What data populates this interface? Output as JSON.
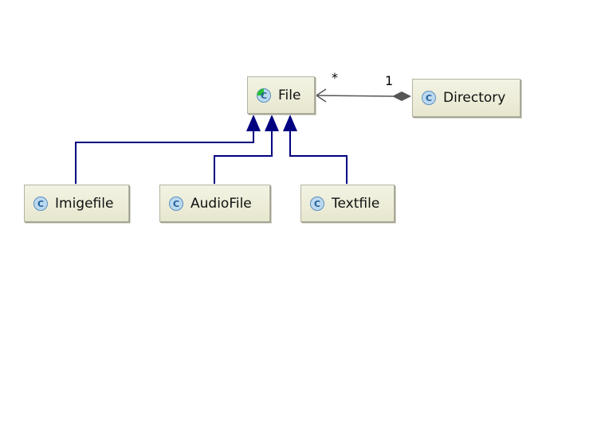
{
  "diagram": {
    "classes": {
      "file": {
        "name": "File",
        "icon": "abstract-class-icon"
      },
      "directory": {
        "name": "Directory",
        "icon": "class-icon"
      },
      "imigefile": {
        "name": "Imigefile",
        "icon": "class-icon"
      },
      "audiofile": {
        "name": "AudioFile",
        "icon": "class-icon"
      },
      "textfile": {
        "name": "Textfile",
        "icon": "class-icon"
      }
    },
    "associations": {
      "directory_file": {
        "type": "composition",
        "file_end_multiplicity": "*",
        "directory_end_multiplicity": "1"
      }
    },
    "generalizations": [
      {
        "child": "Imigefile",
        "parent": "File"
      },
      {
        "child": "AudioFile",
        "parent": "File"
      },
      {
        "child": "Textfile",
        "parent": "File"
      }
    ]
  },
  "colors": {
    "inheritance": "#000080",
    "association": "#555555",
    "icon_fill": "#bcd9f0",
    "icon_border": "#5a8fbf",
    "abstract_accent": "#2bbf3a",
    "box_border": "#b3b3a1"
  }
}
